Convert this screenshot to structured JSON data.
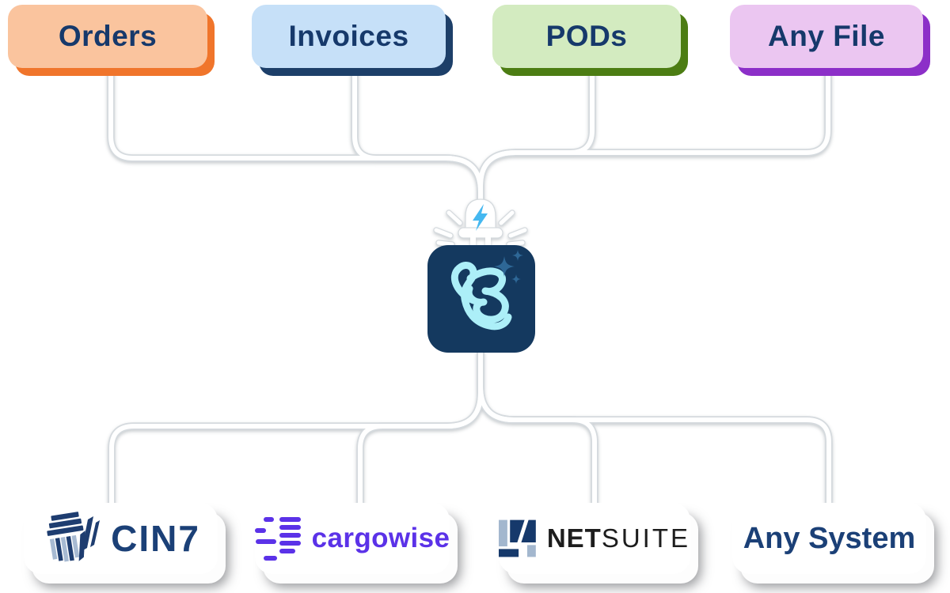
{
  "diagram": {
    "title_hint": "documents flow into automation hub and out to systems",
    "wire_color": "#FFFFFF",
    "label_color": "#16396B",
    "sources": [
      {
        "label": "Orders",
        "fill": "#FAC49E",
        "shadow": "#F0752B"
      },
      {
        "label": "Invoices",
        "fill": "#C6E0F8",
        "shadow": "#1D3F69"
      },
      {
        "label": "PODs",
        "fill": "#D3EBC0",
        "shadow": "#4C7D13"
      },
      {
        "label": "Any File",
        "fill": "#EBC6F1",
        "shadow": "#8C2FC8"
      }
    ],
    "hub": {
      "tile_color": "#14395F",
      "logo_color": "#ACEFF8",
      "sparkle_color": "#2E6796",
      "plug_bolt_color": "#45B8F0",
      "icons": [
        "power-plug-icon",
        "spark-rays",
        "script-b-logo",
        "sparkle-stars"
      ]
    },
    "systems": [
      {
        "name": "CIN7",
        "text": "CIN7",
        "icon": "cin7-cube-icon",
        "text_color": "#1B4077"
      },
      {
        "name": "CargoWise",
        "text": "cargowise",
        "icon": "cargowise-dashes-icon",
        "text_color": "#5B32E8"
      },
      {
        "name": "NetSuite",
        "text_bold": "NET",
        "text_light": "SUITE",
        "icon": "netsuite-n-icon",
        "text_color": "#1D1D1D"
      },
      {
        "name": "Any System",
        "text": "Any System",
        "icon": null,
        "text_color": "#1B4077"
      }
    ]
  }
}
